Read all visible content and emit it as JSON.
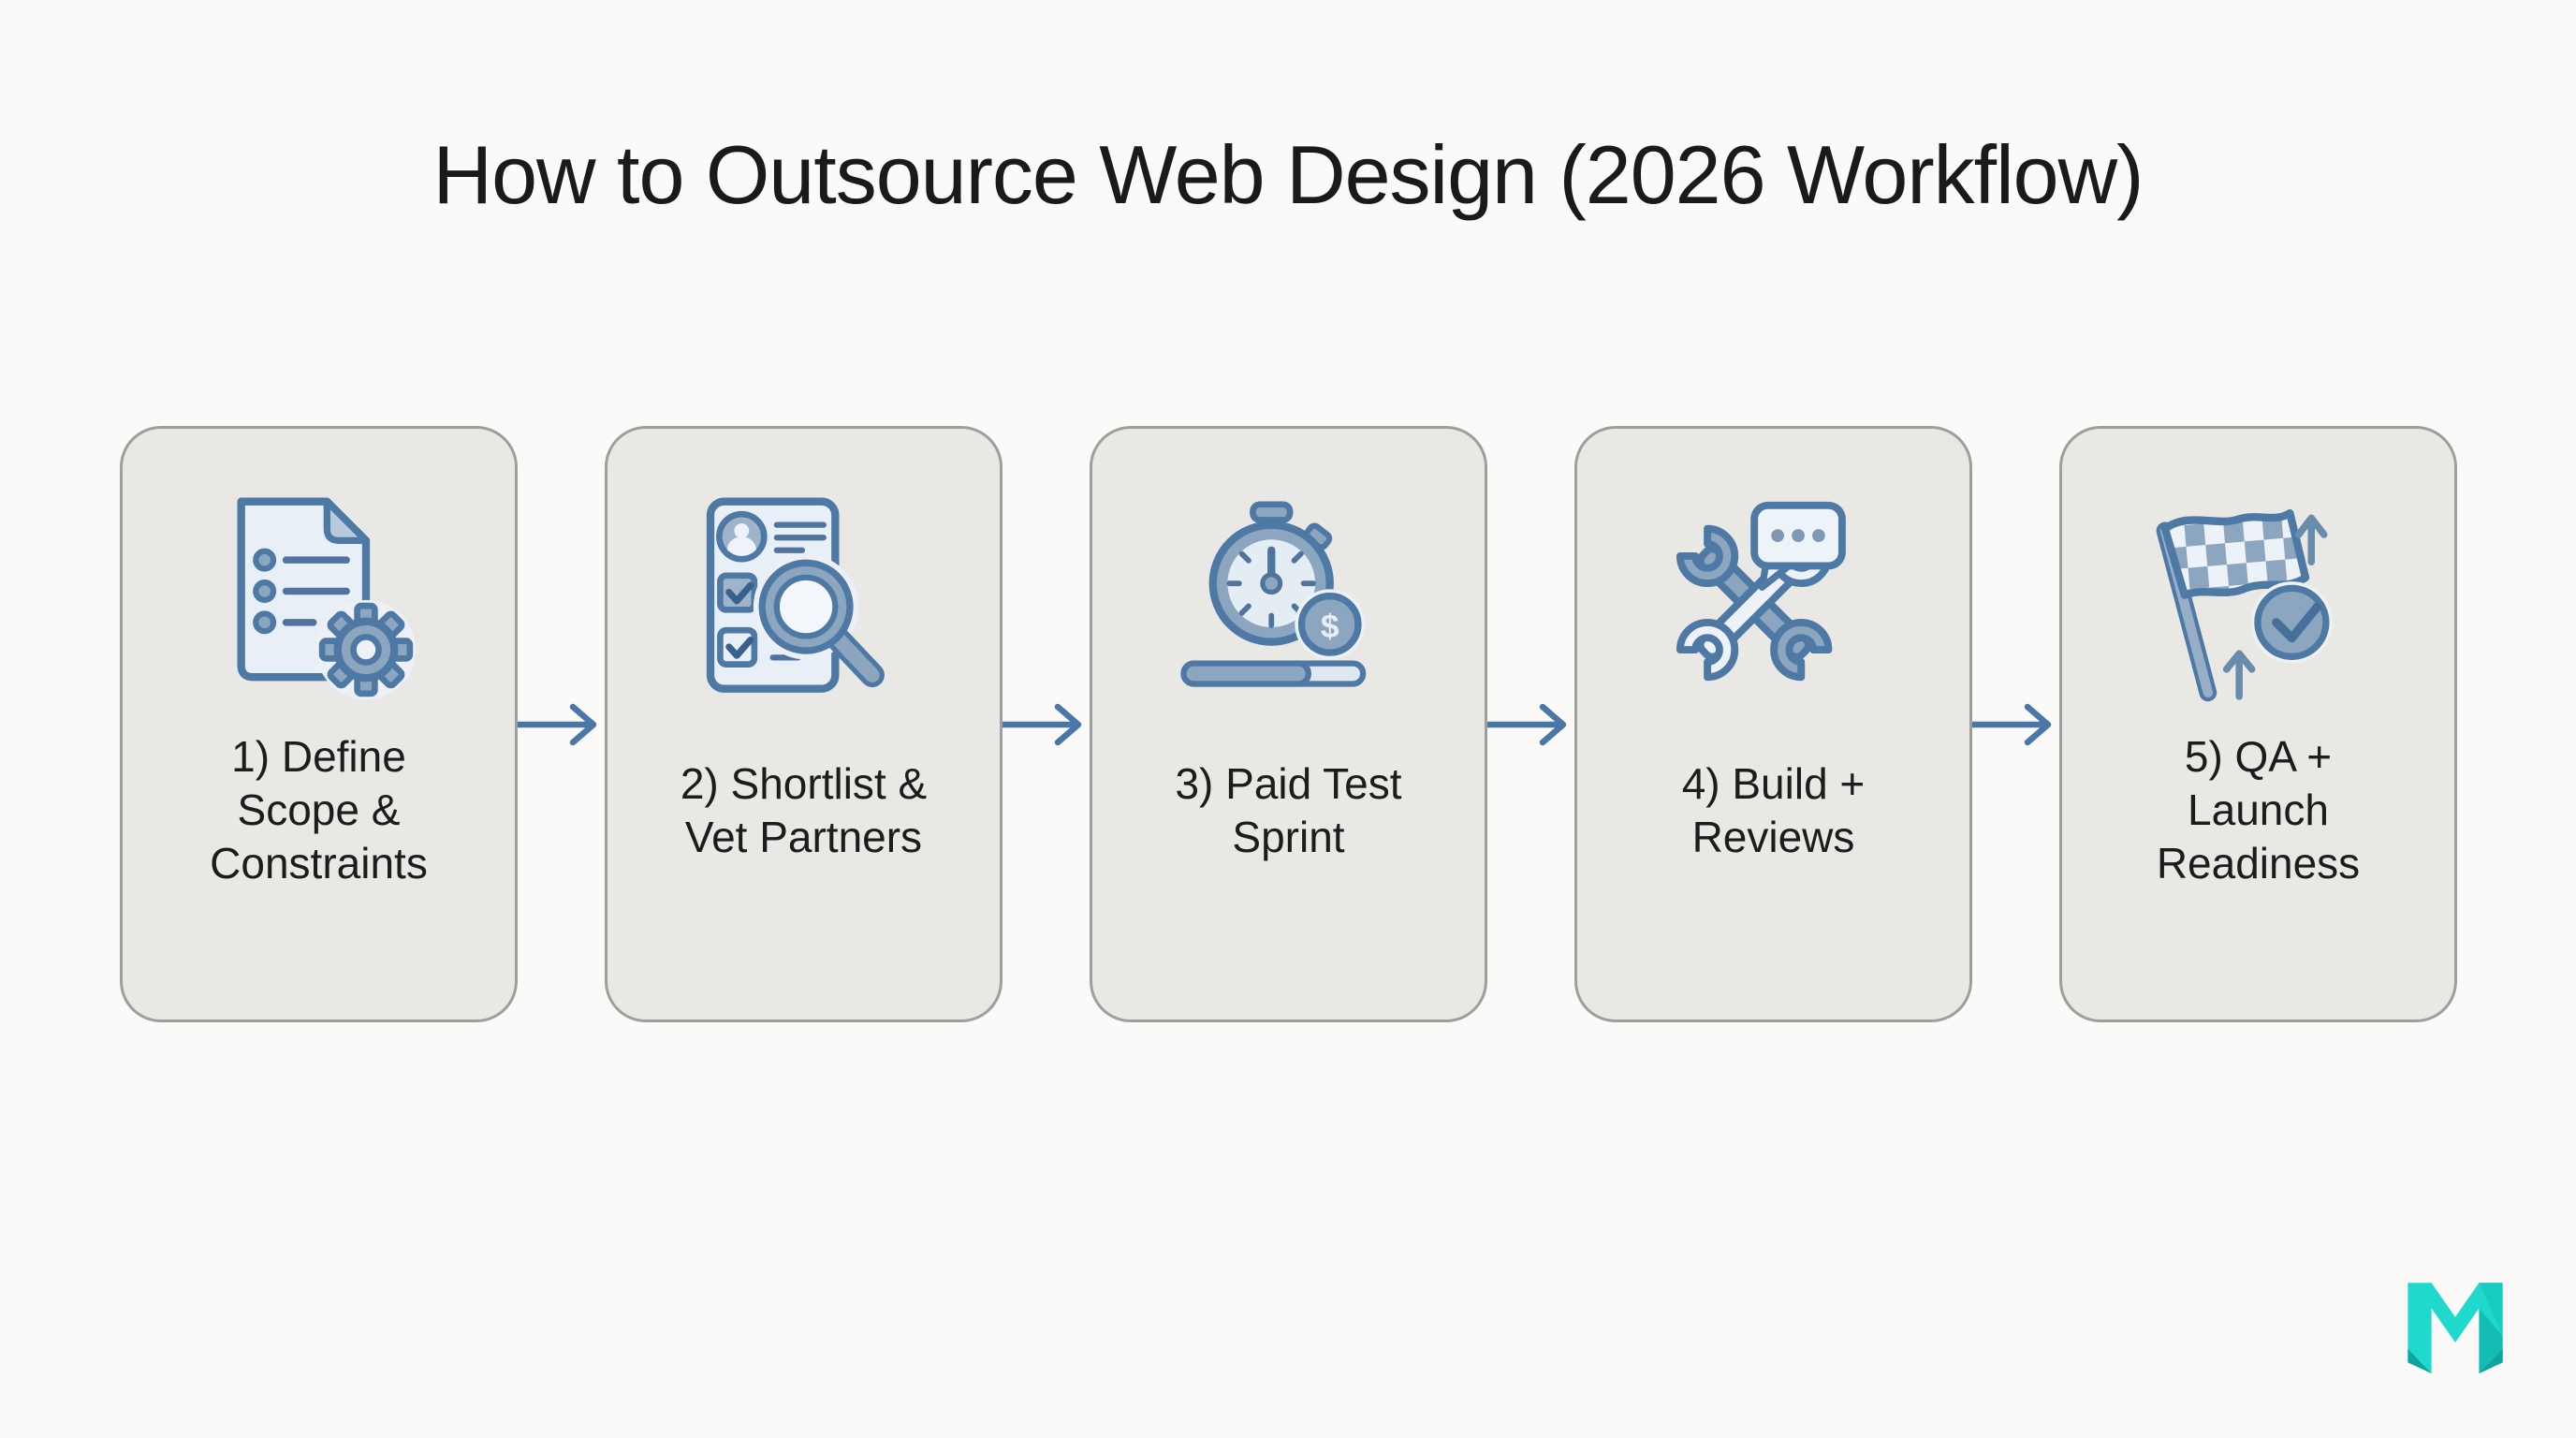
{
  "title": "How to Outsource Web Design (2026 Workflow)",
  "steps": [
    {
      "icon": "document-list-gear-icon",
      "lines": [
        "1) Define",
        "Scope &",
        "Constraints"
      ]
    },
    {
      "icon": "candidate-checklist-magnifier-icon",
      "lines": [
        "2) Shortlist &",
        "Vet Partners"
      ]
    },
    {
      "icon": "stopwatch-dollar-progress-icon",
      "lines": [
        "3) Paid Test",
        "Sprint"
      ]
    },
    {
      "icon": "crossed-wrenches-comment-icon",
      "lines": [
        "4) Build +",
        "Reviews"
      ]
    },
    {
      "icon": "checkered-flag-check-icon",
      "lines": [
        "5) QA +",
        "Launch",
        "Readiness"
      ]
    }
  ],
  "connectors": {
    "type": "right-arrow",
    "count": 4,
    "color": "#4b77a8"
  },
  "coin_symbol": "$",
  "logo": {
    "letter": "M",
    "primary_color": "#1ed9cc",
    "shade_color": "#0da59c"
  },
  "colors": {
    "background": "#fbfaf9",
    "card_background": "#e9e8e5",
    "card_border": "#9e9e9c",
    "text": "#1c1c1c",
    "icon_outline": "#4e79a4",
    "icon_fill_light": "#e9eff6",
    "icon_fill_mid": "#8ca6c0"
  }
}
